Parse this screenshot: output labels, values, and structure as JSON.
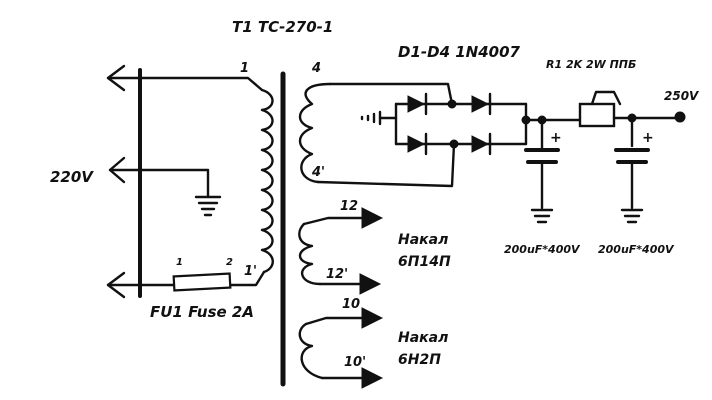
{
  "labels": {
    "transformer": "T1 TC-270-1",
    "diodes": "D1-D4 1N4007",
    "resistor": "R1 2K 2W ППБ",
    "output_voltage": "250V",
    "mains_voltage": "220V",
    "fuse": "FU1 Fuse 2A",
    "cap1": "200uF*400V",
    "cap2": "200uF*400V",
    "heater1_title": "Накал",
    "heater1_tube": "6П14П",
    "heater2_title": "Накал",
    "heater2_tube": "6Н2П"
  },
  "pins": {
    "primary_start": "1",
    "primary_end": "1'",
    "fuse_pin1": "1",
    "fuse_pin2": "2",
    "secondary_start": "4",
    "secondary_end": "4'",
    "heater1_start": "12",
    "heater1_end": "12'",
    "heater2_start": "10",
    "heater2_end": "10'"
  },
  "polarity": {
    "cap1": "+",
    "cap2": "+"
  }
}
